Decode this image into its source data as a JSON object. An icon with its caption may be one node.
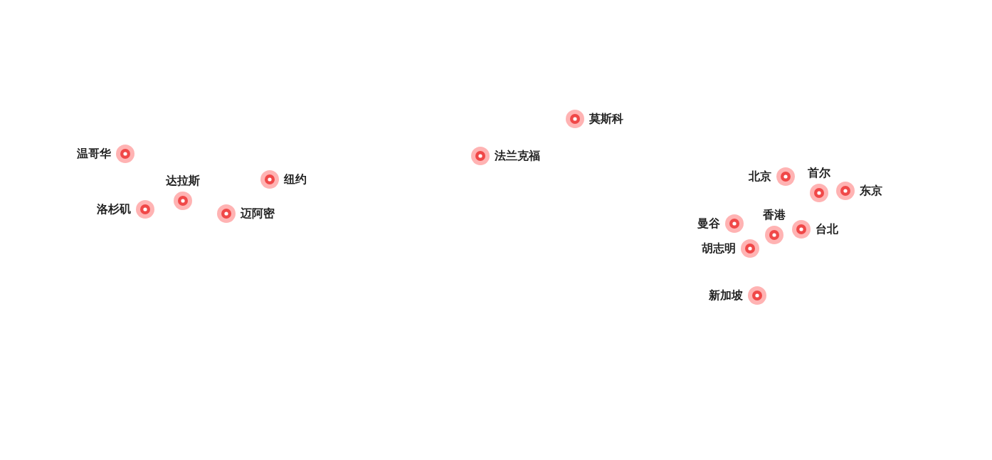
{
  "diagram": {
    "nodes": [
      {
        "text": [
          "温哥华"
        ]
      },
      {
        "text": [
          "达拉斯"
        ]
      },
      {
        "text": [
          "纽约"
        ]
      },
      {
        "text": [
          "洛杉矶"
        ]
      },
      {
        "text": [
          "迈阿密"
        ]
      },
      {
        "text": [
          "莫斯科"
        ]
      },
      {
        "text": [
          "法兰克福"
        ]
      },
      {
        "text": [
          "北京"
        ]
      },
      {
        "text": [
          "首尔"
        ]
      },
      {
        "text": [
          "东京"
        ]
      },
      {
        "text": [
          "曼谷"
        ]
      },
      {
        "text": [
          "香港"
        ]
      },
      {
        "text": [
          "台北"
        ]
      },
      {
        "text": [
          "胡志明"
        ]
      },
      {
        "text": [
          "新加坡"
        ]
      }
    ]
  }
}
